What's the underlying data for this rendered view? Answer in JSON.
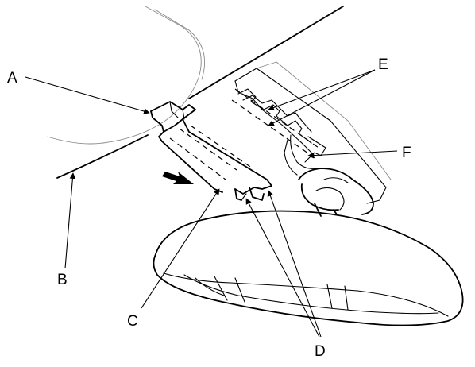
{
  "labels": {
    "A": "A",
    "B": "B",
    "C": "C",
    "D": "D",
    "E": "E",
    "F": "F"
  },
  "colors": {
    "line": "#000000",
    "faint_line": "#8a8a8a",
    "background": "#ffffff"
  }
}
